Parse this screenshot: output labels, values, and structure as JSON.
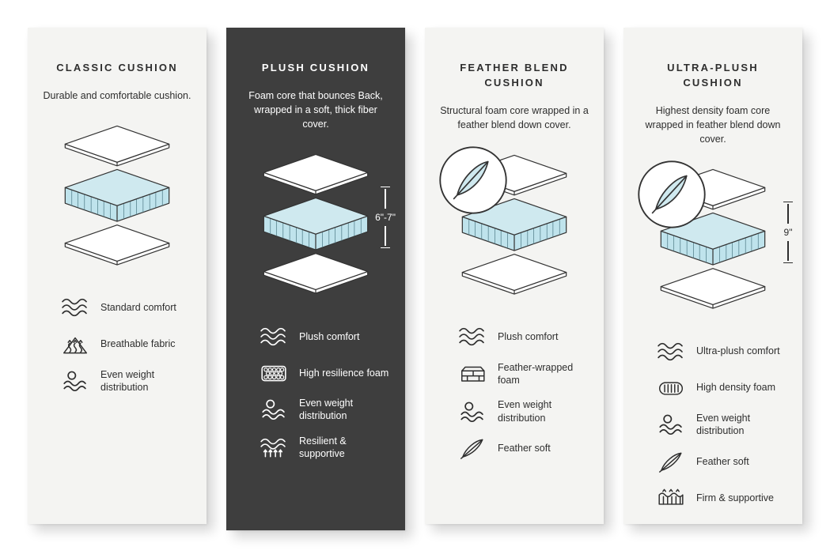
{
  "colors": {
    "page_background": "#ffffff",
    "light_card": "#f4f4f2",
    "dark_card": "#3e3e3e",
    "foam_top": "#cfe9ef",
    "foam_side": "#bfe3ec",
    "ink": "#2e2e2e"
  },
  "cards": [
    {
      "title": "CLASSIC CUSHION",
      "description": "Durable and comfortable cushion.",
      "theme": "light",
      "features": [
        {
          "icon": "waves-icon",
          "label": "Standard comfort"
        },
        {
          "icon": "breathable-icon",
          "label": "Breathable fabric"
        },
        {
          "icon": "even-weight-icon",
          "label": "Even weight distribution"
        }
      ]
    },
    {
      "title": "PLUSH CUSHION",
      "description": "Foam core that bounces Back, wrapped in a soft, thick fiber cover.",
      "theme": "dark",
      "dimension": "6\"-7\"",
      "features": [
        {
          "icon": "waves-icon",
          "label": "Plush comfort"
        },
        {
          "icon": "foam-cells-icon",
          "label": "High resilience foam"
        },
        {
          "icon": "even-weight-icon",
          "label": "Even weight distribution"
        },
        {
          "icon": "resilient-icon",
          "label": "Resilient & supportive"
        }
      ]
    },
    {
      "title": "FEATHER BLEND CUSHION",
      "description": "Structural foam core wrapped in a feather blend down cover.",
      "theme": "light",
      "has_feather_badge": true,
      "features": [
        {
          "icon": "waves-icon",
          "label": "Plush comfort"
        },
        {
          "icon": "feather-foam-icon",
          "label": "Feather-wrapped foam"
        },
        {
          "icon": "even-weight-icon",
          "label": "Even weight distribution"
        },
        {
          "icon": "feather-icon",
          "label": "Feather soft"
        }
      ]
    },
    {
      "title": "ULTRA-PLUSH CUSHION",
      "description": "Highest density foam core wrapped in feather blend down cover.",
      "theme": "light",
      "has_feather_badge": true,
      "dimension": "9\"",
      "features": [
        {
          "icon": "waves-icon",
          "label": "Ultra-plush comfort"
        },
        {
          "icon": "high-density-foam-icon",
          "label": "High density foam"
        },
        {
          "icon": "even-weight-icon",
          "label": "Even weight distribution"
        },
        {
          "icon": "feather-icon",
          "label": "Feather soft"
        },
        {
          "icon": "firm-supportive-icon",
          "label": "Firm & supportive"
        }
      ]
    }
  ]
}
